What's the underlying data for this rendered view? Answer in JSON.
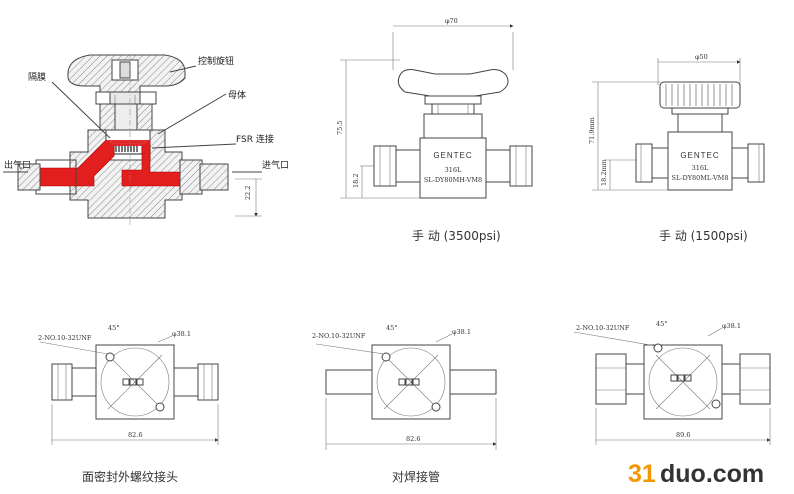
{
  "section_view": {
    "labels": {
      "diaphragm": "隔膜",
      "handle": "控制旋钮",
      "body": "母体",
      "fsr": "FSR 连接",
      "outlet": "出气口",
      "inlet": "进气口",
      "height_dim": "22.2"
    },
    "colors": {
      "flow": "#e31e1e",
      "hatch": "#888888"
    }
  },
  "view_3500": {
    "top_dim": "φ70",
    "height_dim": "75.5",
    "low_dim": "18.2",
    "brand": "GENTEC",
    "material": "316L",
    "model": "SL-DY80MH-VM8",
    "caption": "手 动 (3500psi)"
  },
  "view_1500": {
    "top_dim": "φ50",
    "height_dim": "71.9mm",
    "low_dim": "18.2mm",
    "brand": "GENTEC",
    "material": "316L",
    "model": "SL-DY80ML-VM8",
    "caption": "手 动 (1500psi)"
  },
  "bottom_views": [
    {
      "hole_label": "2-NO.10-32UNF",
      "angle": "45°",
      "dia": "φ38.1",
      "width": "82.6",
      "caption": "面密封外螺纹接头"
    },
    {
      "hole_label": "2-NO.10-32UNF",
      "angle": "45°",
      "dia": "φ38.1",
      "width": "82.6",
      "caption": "对焊接管"
    },
    {
      "hole_label": "2-NO.10-32UNF",
      "angle": "45°",
      "dia": "φ38.1",
      "width": "89.6",
      "caption": ""
    }
  ],
  "watermark": {
    "number": "31",
    "text": "duo.com",
    "number_color": "#f39800",
    "text_color": "#333333"
  }
}
